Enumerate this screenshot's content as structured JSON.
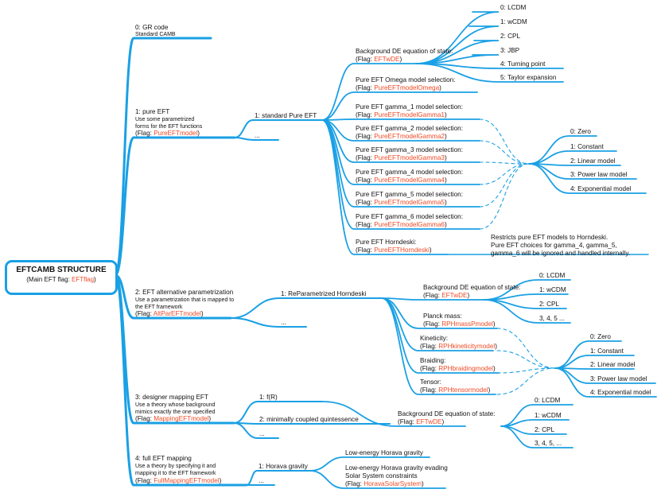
{
  "root": {
    "title": "EFTCAMB STRUCTURE",
    "sub_prefix": "(Main EFT flag: ",
    "flag": "EFTflag",
    "sub_suffix": ")"
  },
  "branches": {
    "gr": {
      "title": "0: GR code",
      "sub": "Standard CAMB"
    },
    "pure": {
      "title": "1: pure EFT",
      "desc1": "Use some parametrized",
      "desc2": "forms for the EFT functions",
      "flag_prefix": "(Flag: ",
      "flag": "PureEFTmodel",
      "flag_suffix": ")"
    },
    "alt": {
      "title": "2: EFT alternative parametrization",
      "desc1": "Use a parametrization that is mapped to",
      "desc2": "the EFT framework",
      "flag_prefix": "(Flag: ",
      "flag": "AltParEFTmodel",
      "flag_suffix": ")"
    },
    "designer": {
      "title": "3: designer mapping EFT",
      "desc1": "Use a theory whose background",
      "desc2": "mimics exactly the one specified",
      "flag_prefix": "(Flag: ",
      "flag": "MappingEFTmodel",
      "flag_suffix": ")"
    },
    "full": {
      "title": "4: full EFT mapping",
      "desc1": "Use a theory by specifying it and",
      "desc2": "mapping it to the EFT framework",
      "flag_prefix": "(Flag: ",
      "flag": "FullMappingEFTmodel",
      "flag_suffix": ")"
    }
  },
  "pure_children": {
    "standard": "1: standard Pure EFT",
    "more": "..."
  },
  "pure_opts": {
    "bg": {
      "title": "Background DE equation of state:",
      "flag": "EFTwDE"
    },
    "omega": {
      "title": "Pure EFT Omega model selection:",
      "flag": "PureEFTmodelOmega"
    },
    "g1": {
      "title": "Pure EFT gamma_1 model selection:",
      "flag": "PureEFTmodelGamma1"
    },
    "g2": {
      "title": "Pure EFT gamma_2 model selection:",
      "flag": "PureEFTmodelGamma2"
    },
    "g3": {
      "title": "Pure EFT gamma_3 model selection:",
      "flag": "PureEFTmodelGamma3"
    },
    "g4": {
      "title": "Pure EFT gamma_4 model selection:",
      "flag": "PureEFTmodelGamma4"
    },
    "g5": {
      "title": "Pure EFT gamma_5 model selection:",
      "flag": "PureEFTmodelGamma5"
    },
    "g6": {
      "title": "Pure EFT gamma_6 model selection:",
      "flag": "PureEFTmodelGamma6"
    },
    "horn": {
      "title": "Pure EFT Horndeski:",
      "flag": "PureEFTHorndeski"
    }
  },
  "flag_prefix": "(Flag: ",
  "flag_suffix": ")",
  "de_options": [
    "0: LCDM",
    "1: wCDM",
    "2: CPL",
    "3: JBP",
    "4: Turning point",
    "5: Taylor expansion"
  ],
  "model_options": [
    "0: Zero",
    "1: Constant",
    "2: Linear model",
    "3: Power law model",
    "4: Exponential model"
  ],
  "horndeski_note": [
    "Restricts pure EFT models to Horndeski.",
    "Pure EFT choices for gamma_4, gamma_5,",
    "gamma_6 will be ignored and handled internally."
  ],
  "alt_children": {
    "rph": "1: ReParametrized Horndeski",
    "more": "..."
  },
  "rph_opts": {
    "bg": {
      "title": "Background DE equation of state:",
      "flag": "EFTwDE"
    },
    "mass": {
      "title": "Planck mass:",
      "flag": "RPHmassPmodel"
    },
    "kin": {
      "title": "Kineticity:",
      "flag": "RPHkineticitymodel"
    },
    "braid": {
      "title": "Braiding:",
      "flag": "RPHbraidingmodel"
    },
    "tensor": {
      "title": "Tensor:",
      "flag": "RPHtensormodel"
    }
  },
  "rph_de_options": [
    "0: LCDM",
    "1: wCDM",
    "2: CPL",
    "3, 4, 5 ..."
  ],
  "rph_model_options": [
    "0: Zero",
    "1: Constant",
    "2: Linear model",
    "3: Power law model",
    "4: Exponential model"
  ],
  "designer_children": {
    "fr": "1: f(R)",
    "quint": "2: minimally coupled quintessence",
    "more": "..."
  },
  "designer_bg": {
    "title": "Background DE equation of state:",
    "flag": "EFTwDE"
  },
  "designer_de_options": [
    "0: LCDM",
    "1: wCDM",
    "2: CPL",
    "3, 4, 5, ..."
  ],
  "full_children": {
    "horava": "1: Horava gravity",
    "more": "..."
  },
  "horava_opts": {
    "low": "Low-energy Horava gravity",
    "solar1": "Low-energy Horava gravity evading",
    "solar2": "Solar System constraints",
    "flag": "HoravaSolarSystem"
  },
  "colors": {
    "branch": "#1aa0e4",
    "flag": "#ee4a26"
  }
}
